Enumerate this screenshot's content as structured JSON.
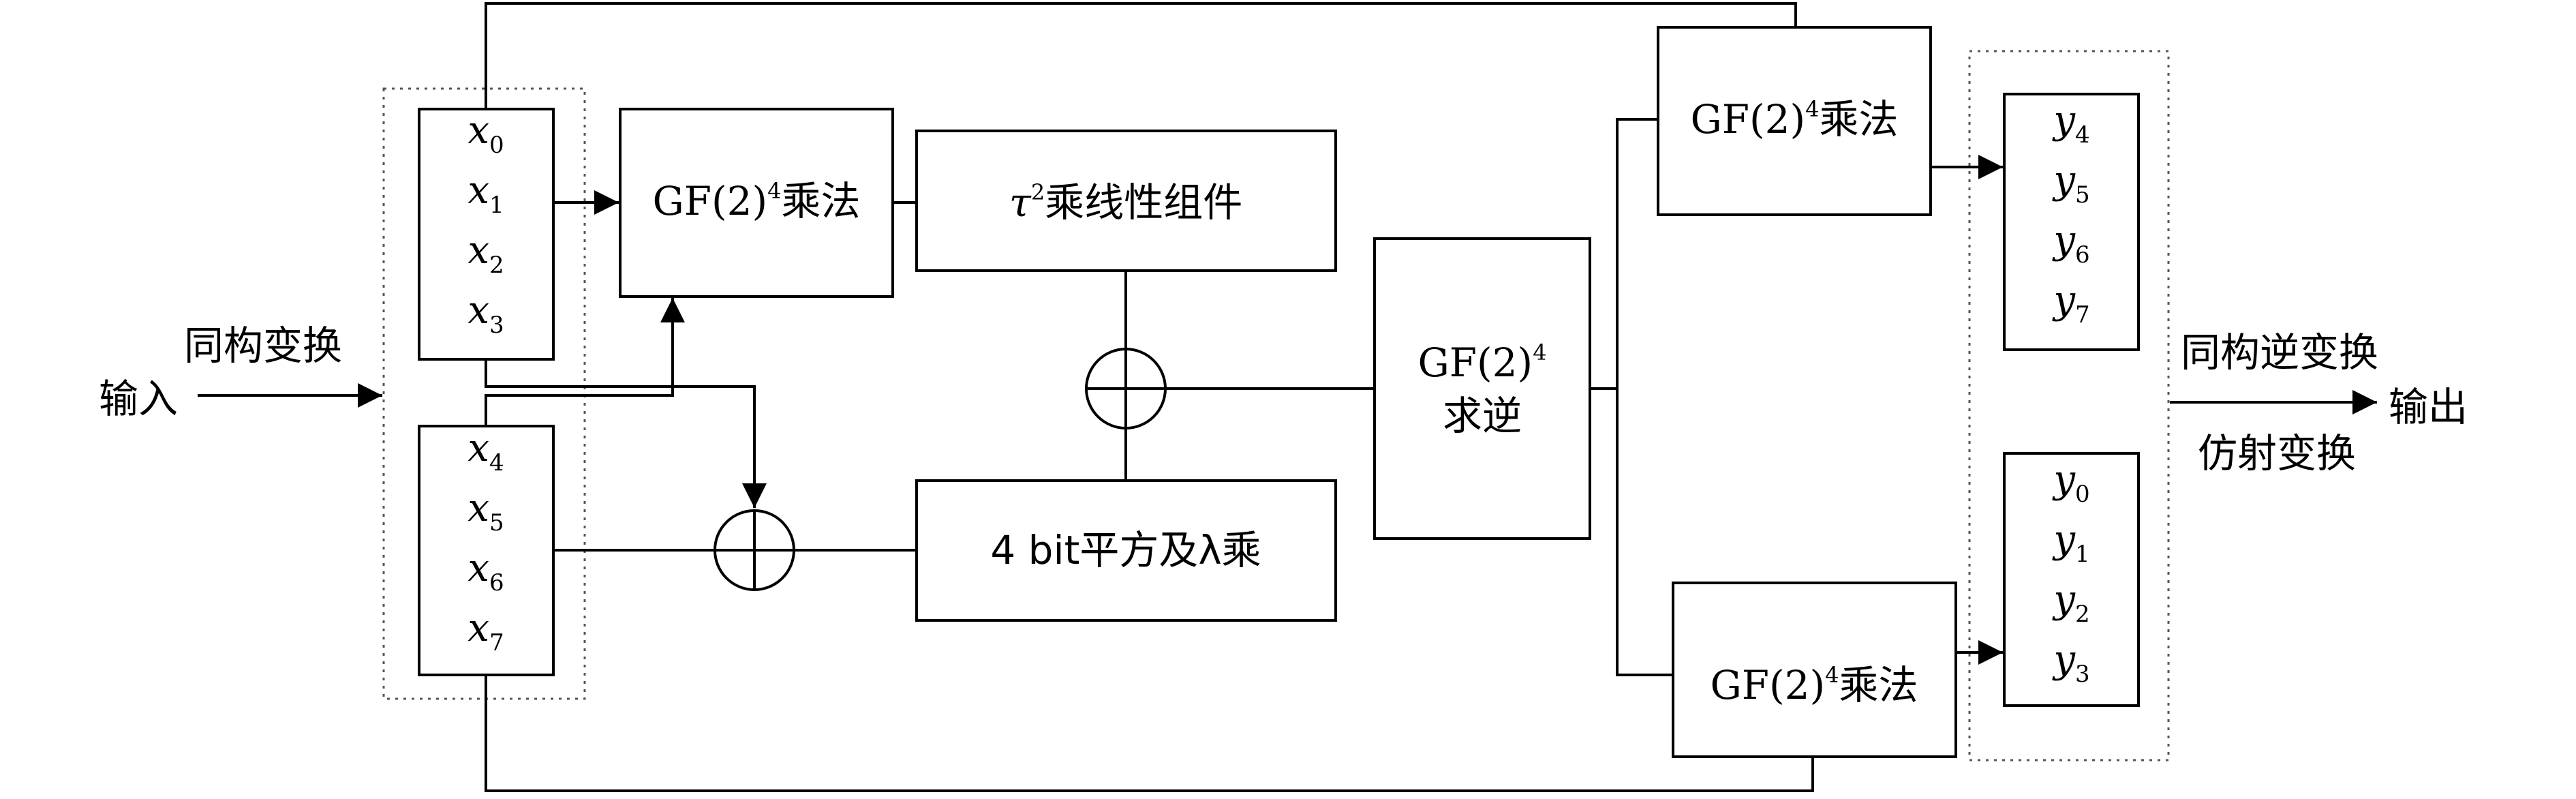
{
  "input_group": {
    "top_vars": [
      {
        "base": "x",
        "sub": "0"
      },
      {
        "base": "x",
        "sub": "1"
      },
      {
        "base": "x",
        "sub": "2"
      },
      {
        "base": "x",
        "sub": "3"
      }
    ],
    "bottom_vars": [
      {
        "base": "x",
        "sub": "4"
      },
      {
        "base": "x",
        "sub": "5"
      },
      {
        "base": "x",
        "sub": "6"
      },
      {
        "base": "x",
        "sub": "7"
      }
    ]
  },
  "output_group": {
    "top_vars": [
      {
        "base": "y",
        "sub": "4"
      },
      {
        "base": "y",
        "sub": "5"
      },
      {
        "base": "y",
        "sub": "6"
      },
      {
        "base": "y",
        "sub": "7"
      }
    ],
    "bottom_vars": [
      {
        "base": "y",
        "sub": "0"
      },
      {
        "base": "y",
        "sub": "1"
      },
      {
        "base": "y",
        "sub": "2"
      },
      {
        "base": "y",
        "sub": "3"
      }
    ]
  },
  "blocks": {
    "gf_mult_input": {
      "prefix": "GF(2)",
      "sup": "4",
      "suffix": "乘法"
    },
    "tau_linear": {
      "symbol": "τ",
      "sup": "2",
      "suffix": "乘线性组件"
    },
    "square_lambda": {
      "text": "4 bit平方及λ乘"
    },
    "gf_inverse": {
      "line1_prefix": "GF(2)",
      "sup": "4",
      "line2": "求逆"
    },
    "gf_mult_top": {
      "prefix": "GF(2)",
      "sup": "4",
      "suffix": "乘法"
    },
    "gf_mult_bottom": {
      "prefix": "GF(2)",
      "sup": "4",
      "suffix": "乘法"
    }
  },
  "labels": {
    "input": "输入",
    "iso_transform": "同构变换",
    "output": "输出",
    "iso_inverse": "同构逆变换",
    "affine": "仿射变换"
  }
}
